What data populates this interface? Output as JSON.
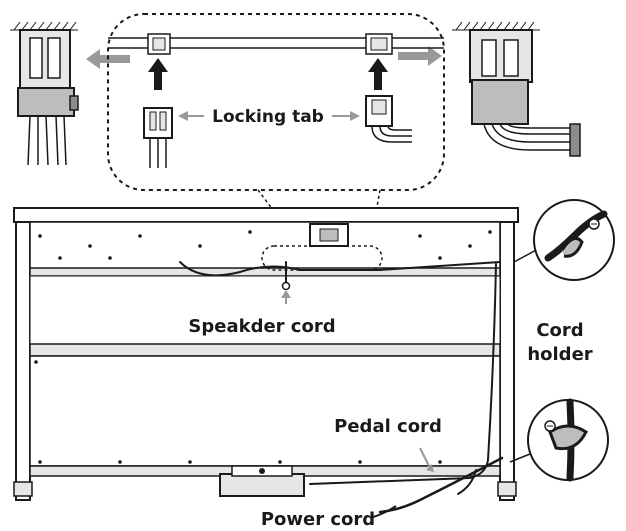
{
  "labels": {
    "locking_tab": "Locking tab",
    "speaker_cord": "Speakder cord",
    "cord_holder_line1": "Cord",
    "cord_holder_line2": "holder",
    "pedal_cord": "Pedal cord",
    "power_cord": "Power cord"
  },
  "colors": {
    "line": "#1a1a1a",
    "panel_gray": "#bdbdbd",
    "light_gray": "#e6e6e6",
    "arrow_gray": "#999999",
    "connector_gray": "#8c8c8c"
  }
}
